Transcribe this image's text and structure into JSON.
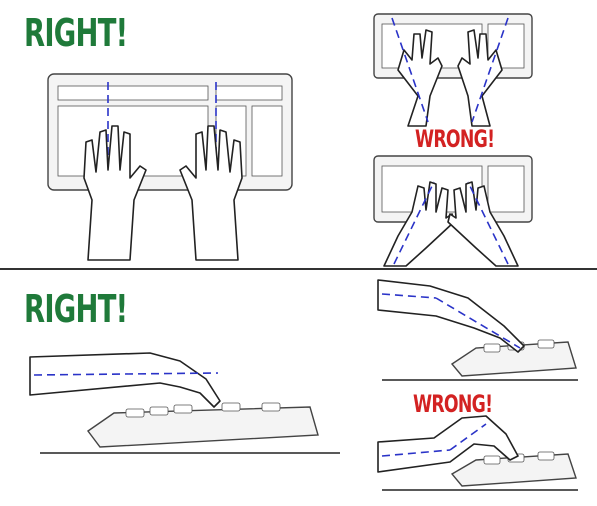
{
  "labels": {
    "top_right": "RIGHT!",
    "top_wrong": "WRONG!",
    "bottom_right": "RIGHT!",
    "bottom_wrong": "WRONG!"
  },
  "colors": {
    "right": "#1f7a3a",
    "wrong": "#d32222",
    "guide_line": "#2a33c8"
  }
}
